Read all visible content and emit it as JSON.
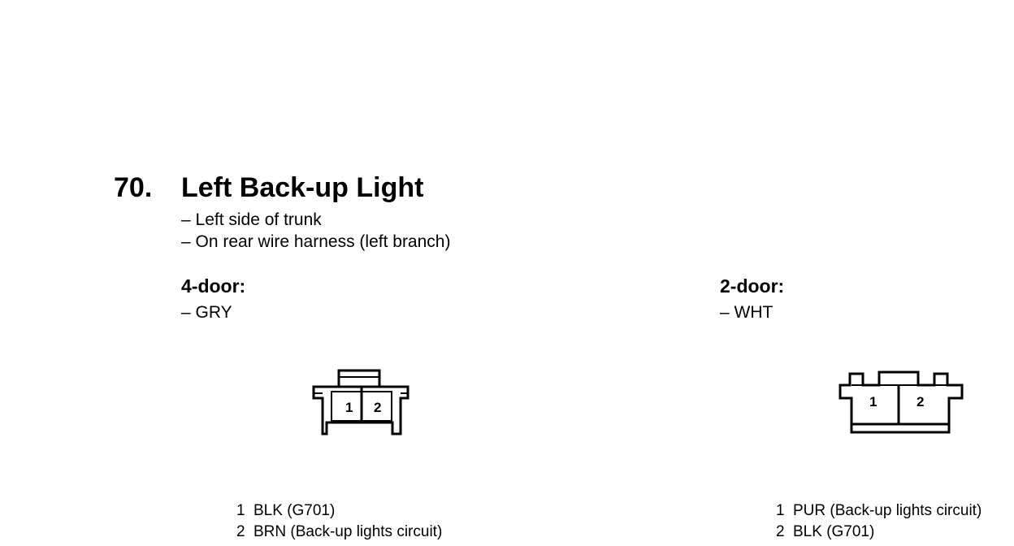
{
  "item": {
    "number": "70.",
    "title": "Left Back-up Light",
    "locations": [
      "– Left side of trunk",
      "– On rear wire harness (left branch)"
    ]
  },
  "variants": [
    {
      "title": "4-door:",
      "color": "– GRY",
      "connector_pins": [
        "1",
        "2"
      ],
      "pins": [
        {
          "no": "1",
          "desc": "BLK (G701)"
        },
        {
          "no": "2",
          "desc": "BRN (Back-up lights circuit)"
        }
      ]
    },
    {
      "title": "2-door:",
      "color": "– WHT",
      "connector_pins": [
        "1",
        "2"
      ],
      "pins": [
        {
          "no": "1",
          "desc": "PUR (Back-up lights circuit)"
        },
        {
          "no": "2",
          "desc": "BLK (G701)"
        }
      ]
    }
  ]
}
